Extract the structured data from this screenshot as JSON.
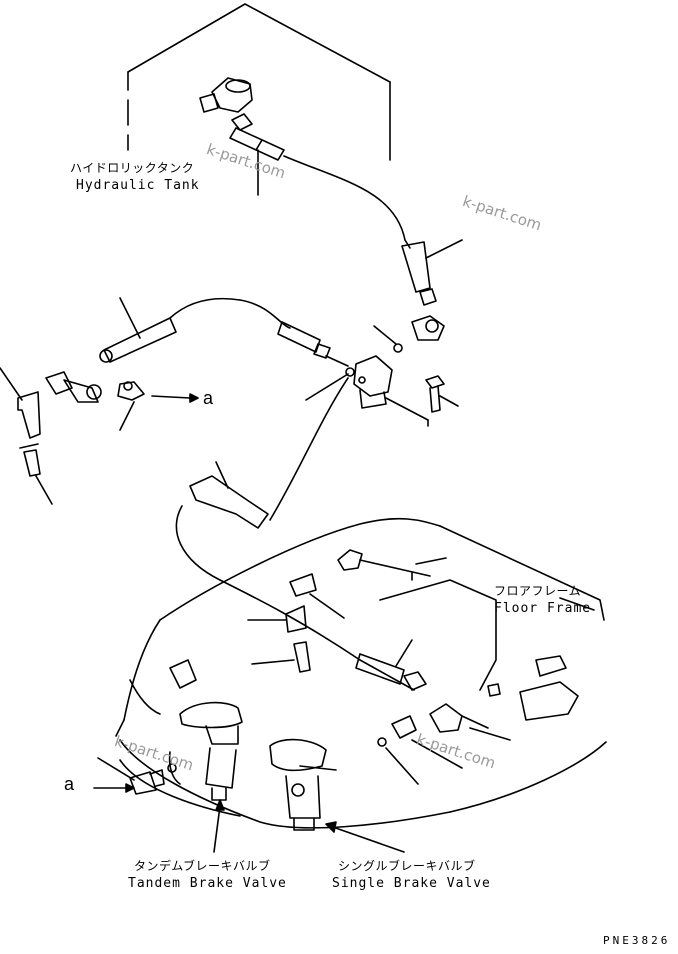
{
  "labels": {
    "hydraulic_tank_jp": "ハイドロリックタンク",
    "hydraulic_tank_en": "Hydraulic Tank",
    "floor_frame_jp": "フロアフレーム",
    "floor_frame_en": "Floor Frame",
    "tandem_brake_valve_jp": "タンデムブレーキバルブ",
    "tandem_brake_valve_en": "Tandem Brake Valve",
    "single_brake_valve_jp": "シングルブレーキバルブ",
    "single_brake_valve_en": "Single Brake Valve"
  },
  "references": {
    "a_upper": "a",
    "a_lower": "a"
  },
  "watermarks": [
    "k-part.com",
    "k-part.com",
    "k-part.com",
    "k-part.com"
  ],
  "drawing_code": "PNE3826"
}
